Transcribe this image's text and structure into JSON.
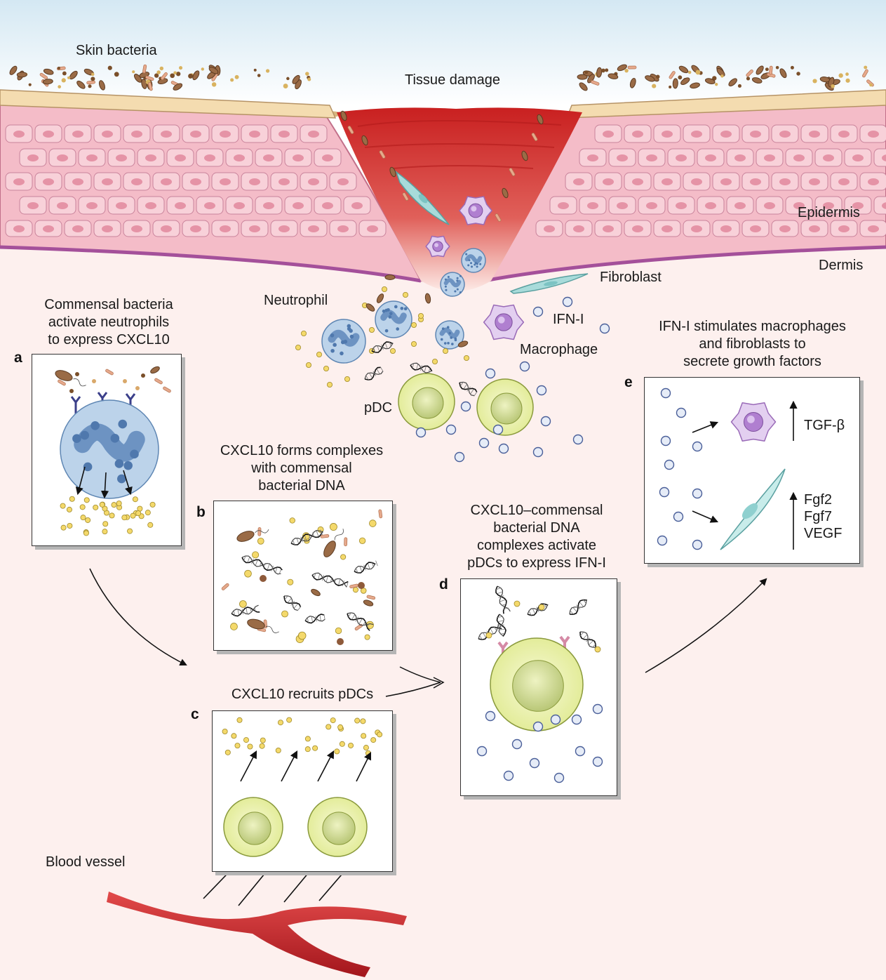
{
  "labels": {
    "skin_bacteria": "Skin bacteria",
    "tissue_damage": "Tissue damage",
    "epidermis": "Epidermis",
    "dermis": "Dermis",
    "fibroblast": "Fibroblast",
    "neutrophil": "Neutrophil",
    "ifn_i": "IFN-I",
    "macrophage": "Macrophage",
    "pdc": "pDC",
    "blood_vessel": "Blood vessel"
  },
  "panels": {
    "a": {
      "letter": "a",
      "caption": [
        "Commensal bacteria",
        "activate neutrophils",
        "to express CXCL10"
      ]
    },
    "b": {
      "letter": "b",
      "caption": [
        "CXCL10 forms complexes",
        "with commensal",
        "bacterial DNA"
      ]
    },
    "c": {
      "letter": "c",
      "caption": [
        "CXCL10 recruits pDCs"
      ]
    },
    "d": {
      "letter": "d",
      "caption": [
        "CXCL10–commensal",
        "bacterial DNA",
        "complexes activate",
        "pDCs to express IFN-I"
      ]
    },
    "e": {
      "letter": "e",
      "caption": [
        "IFN-I stimulates macrophages",
        "and fibroblasts to",
        "secrete growth factors"
      ],
      "tgf": "TGF-β",
      "growth_factors": [
        "Fgf2",
        "Fgf7",
        "VEGF"
      ]
    }
  },
  "colors": {
    "sky": "#dfeef6",
    "epidermis_cell": "#f7c9d2",
    "epidermis_nucleus": "#e58ea0",
    "basal_line": "#a4509a",
    "dermis": "#fdeae6",
    "wound": "#cf2b2b",
    "neutrophil": "#8fb4d9",
    "macrophage": "#c9a2d8",
    "fibroblast": "#a8dbda",
    "pdc": "#eef3b5",
    "cxcl10": "#f2d66a",
    "ifn": "#d5def0",
    "blood": "#c3262c"
  }
}
